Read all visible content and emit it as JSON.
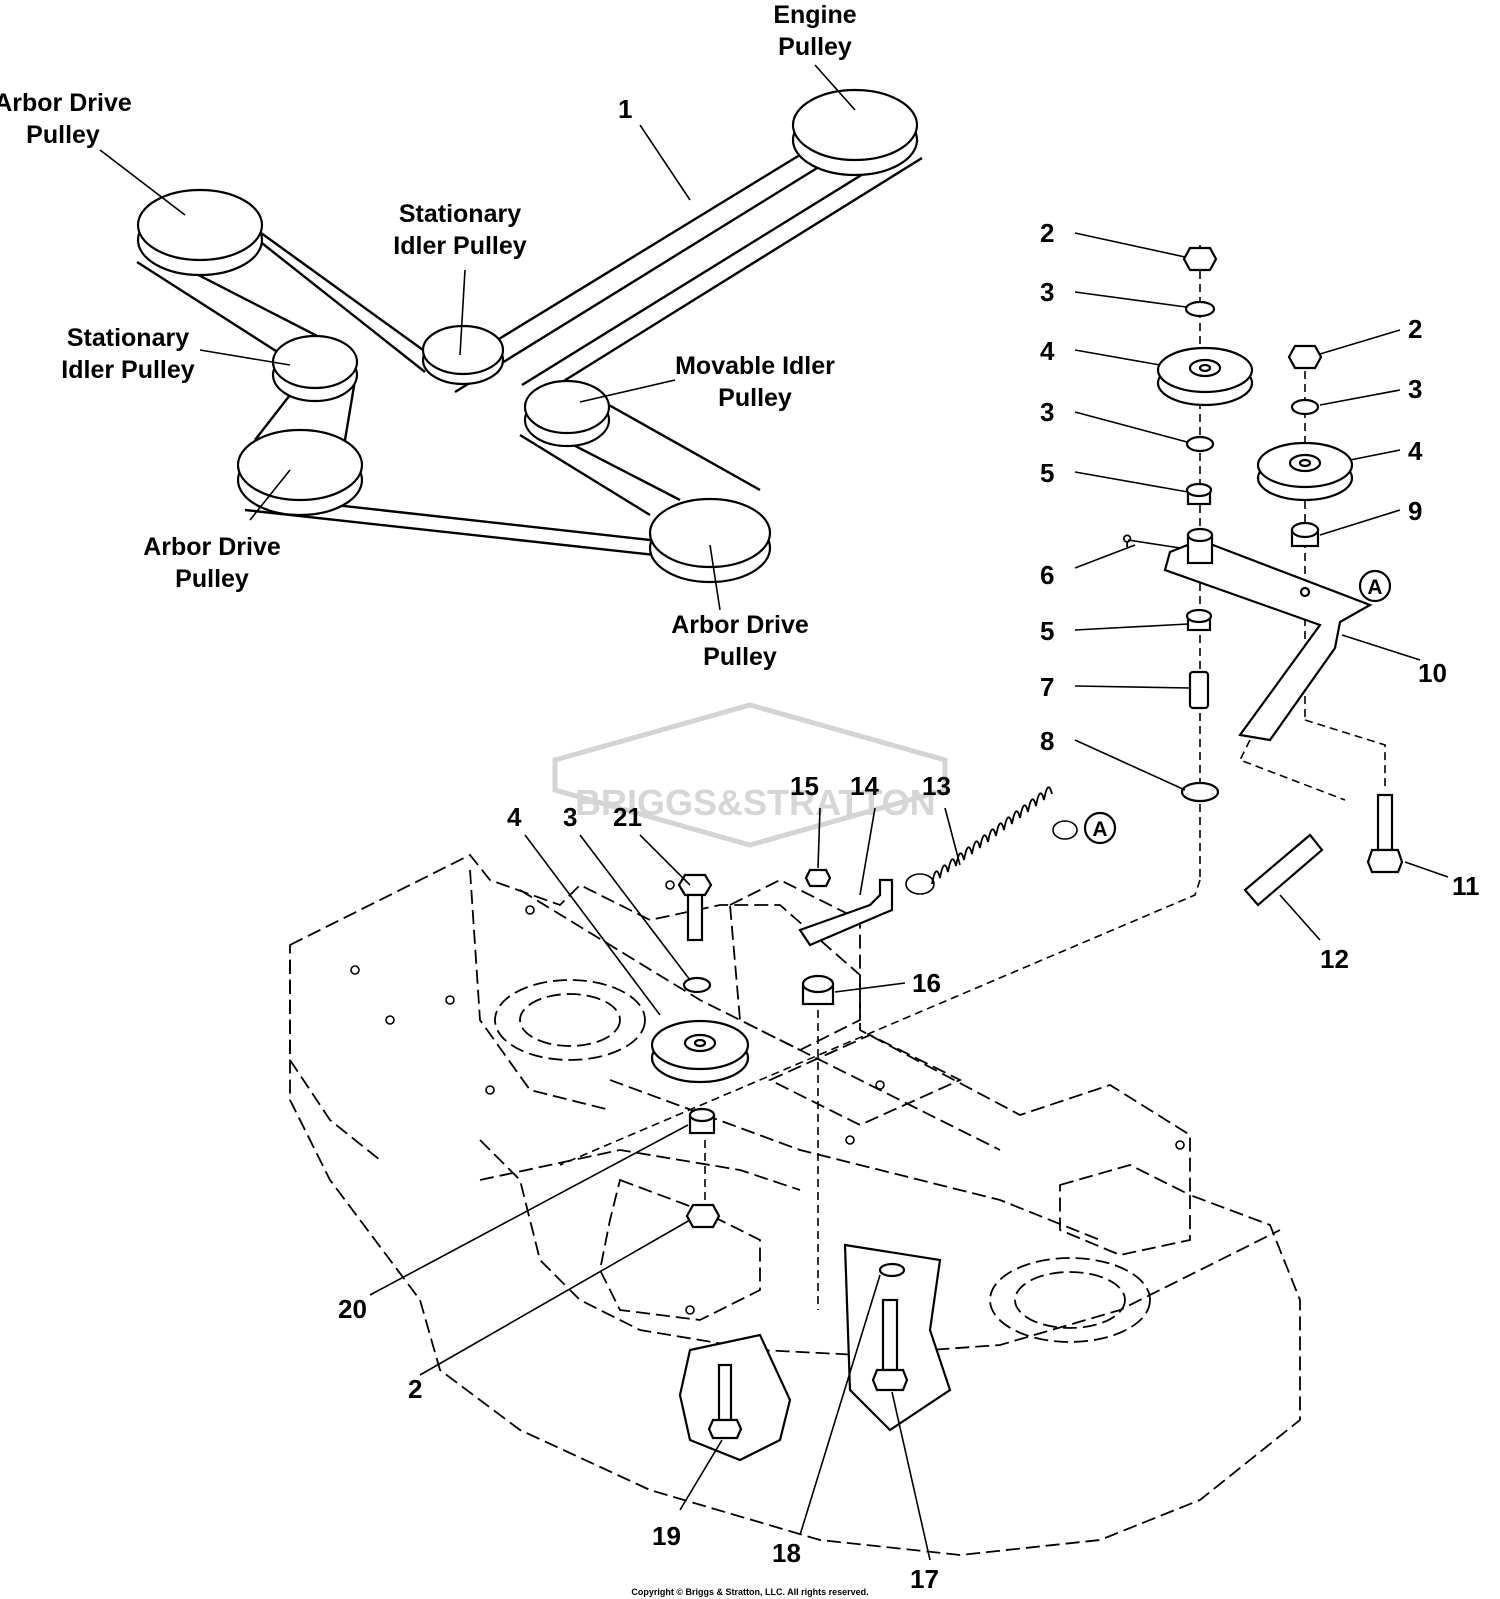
{
  "pulley_labels": {
    "engine_pulley": [
      "Engine",
      "Pulley"
    ],
    "arbor_drive_top": [
      "Arbor Drive",
      "Pulley"
    ],
    "stationary_idler_center": [
      "Stationary",
      "Idler Pulley"
    ],
    "stationary_idler_left": [
      "Stationary",
      "Idler Pulley"
    ],
    "movable_idler": [
      "Movable Idler",
      "Pulley"
    ],
    "arbor_drive_left": [
      "Arbor Drive",
      "Pulley"
    ],
    "arbor_drive_right": [
      "Arbor Drive",
      "Pulley"
    ]
  },
  "callouts": {
    "belt": "1",
    "idler_nut_a": "2",
    "idler_washer_a": "3",
    "idler_pulley_a": "4",
    "idler_washer_b": "3",
    "bushing_a": "5",
    "grease_fitting": "6",
    "bushing_b": "5",
    "pivot_pin": "7",
    "washer_large": "8",
    "idler_nut_b": "2",
    "idler_washer_c": "3",
    "idler_pulley_b": "4",
    "spacer": "9",
    "idler_arm": "10",
    "bolt": "11",
    "pad": "12",
    "spring": "13",
    "bracket": "14",
    "nut_small": "15",
    "spacer_bracket": "16",
    "bolt_long": "17",
    "washer_lower": "18",
    "bolt_short": "19",
    "spacer_lower": "20",
    "bolt_upper": "21",
    "deck_pulley": "4",
    "deck_washer": "3",
    "deck_nut": "2"
  },
  "ref_marks": {
    "spring_end": "A",
    "arm_end": "A"
  },
  "watermark": "BRIGGS&STRATTON",
  "copyright": "Copyright © Briggs & Stratton, LLC. All rights reserved."
}
